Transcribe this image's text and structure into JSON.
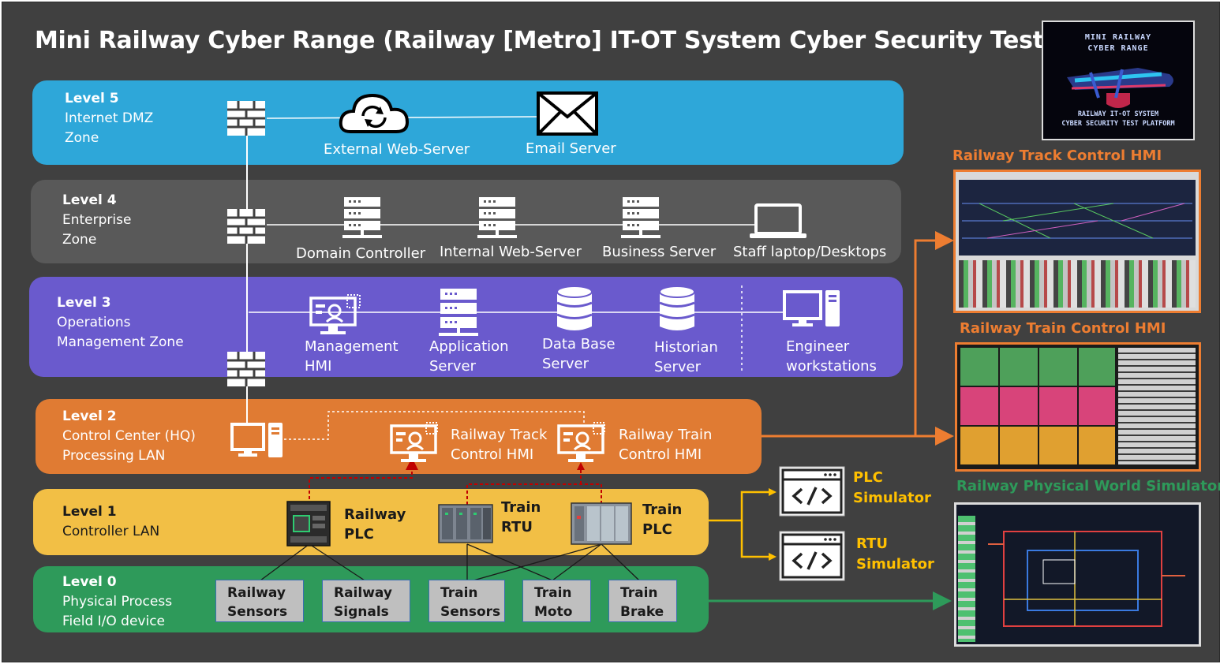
{
  "title": "Mini Railway Cyber Range (Railway [Metro] IT-OT System Cyber Security Test Platform)",
  "logo": {
    "line1": "MINI RAILWAY",
    "line2": "CYBER RANGE",
    "line3": "RAILWAY IT-OT SYSTEM",
    "line4": "CYBER SECURITY TEST PLATFORM"
  },
  "colors": {
    "background": "#404040",
    "level5": "#2ea7d9",
    "level4": "#595959",
    "level3": "#6a5acd",
    "level2": "#e07b33",
    "level1": "#f2bf45",
    "level0": "#2e9a5a",
    "arrow_orange": "#ed7d31",
    "arrow_green": "#2e9a5a",
    "red_link": "#c00000"
  },
  "levels": {
    "l5": {
      "num": "Level 5",
      "line1": "Internet DMZ",
      "line2": "Zone"
    },
    "l4": {
      "num": "Level 4",
      "line1": "Enterprise",
      "line2": "Zone"
    },
    "l3": {
      "num": "Level 3",
      "line1": "Operations",
      "line2": "Management Zone"
    },
    "l2": {
      "num": "Level 2",
      "line1": "Control Center (HQ)",
      "line2": "Processing LAN"
    },
    "l1": {
      "num": "Level 1",
      "line1": "Controller LAN"
    },
    "l0": {
      "num": "Level 0",
      "line1": "Physical Process",
      "line2": "Field I/O device"
    }
  },
  "nodes": {
    "external_web": "External Web-Server",
    "email": "Email Server",
    "domain_controller": "Domain Controller",
    "internal_web": "Internal Web-Server",
    "business": "Business Server",
    "staff": "Staff laptop/Desktops",
    "mgmt_hmi_1": "Management",
    "mgmt_hmi_2": "HMI",
    "app_1": "Application",
    "app_2": "Server",
    "db_1": "Data Base",
    "db_2": "Server",
    "hist_1": "Historian",
    "hist_2": "Server",
    "eng_1": "Engineer",
    "eng_2": "workstations",
    "track_hmi_1": "Railway Track",
    "track_hmi_2": "Control HMI",
    "train_hmi_1": "Railway Train",
    "train_hmi_2": "Control HMI",
    "rplc_1": "Railway",
    "rplc_2": "PLC",
    "rtu_1": "Train",
    "rtu_2": "RTU",
    "tplc_1": "Train",
    "tplc_2": "PLC"
  },
  "field": [
    {
      "l1": "Railway",
      "l2": "Sensors"
    },
    {
      "l1": "Railway",
      "l2": "Signals"
    },
    {
      "l1": "Train",
      "l2": "Sensors"
    },
    {
      "l1": "Train",
      "l2": "Moto"
    },
    {
      "l1": "Train",
      "l2": "Brake"
    }
  ],
  "simulators": {
    "plc_1": "PLC",
    "plc_2": "Simulator",
    "rtu_1": "RTU",
    "rtu_2": "Simulator"
  },
  "panels": {
    "track": "Railway Track Control HMI",
    "train": "Railway Train Control HMI",
    "world": "Railway Physical World Simulator"
  },
  "icons": [
    "firewall-icon",
    "cloud-sync-icon",
    "envelope-icon",
    "server-icon",
    "laptop-icon",
    "hmi-monitor-icon",
    "database-icon",
    "workstation-icon",
    "code-window-icon",
    "plc-hardware-icon"
  ]
}
